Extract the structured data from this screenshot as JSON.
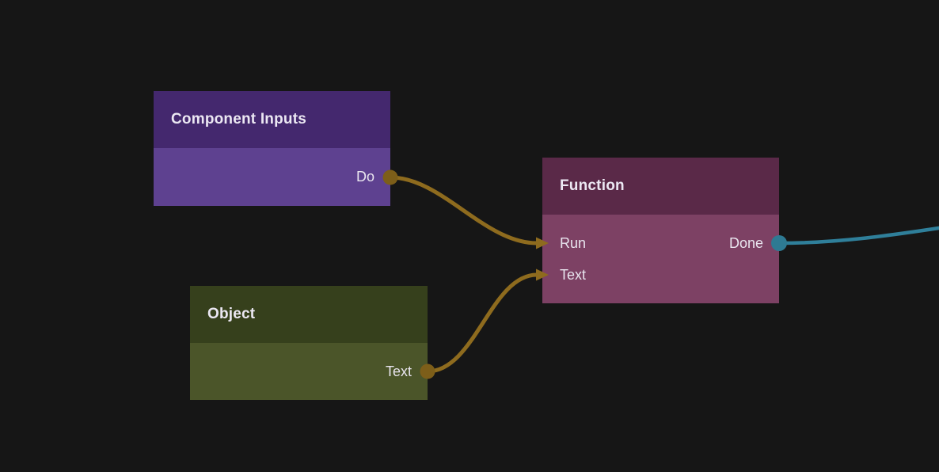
{
  "canvas": {
    "background": "#161616",
    "type": "node-graph-editor"
  },
  "nodes": [
    {
      "title": "Component Inputs",
      "colors": {
        "header": "#44286e",
        "body": "#5e4190"
      },
      "inputs": [],
      "outputs": [
        {
          "label": "Do",
          "port_color": "#7d5e19",
          "port_shape": "circle"
        }
      ]
    },
    {
      "title": "Object",
      "colors": {
        "header": "#36401c",
        "body": "#4b5529"
      },
      "inputs": [],
      "outputs": [
        {
          "label": "Text",
          "port_color": "#7d5e19",
          "port_shape": "circle"
        }
      ]
    },
    {
      "title": "Function",
      "colors": {
        "header": "#5a2948",
        "body": "#7d4164"
      },
      "inputs": [
        {
          "label": "Run"
        },
        {
          "label": "Text"
        }
      ],
      "outputs": [
        {
          "label": "Done",
          "port_color": "#2e7a93",
          "port_shape": "circle"
        }
      ]
    }
  ],
  "edges": [
    {
      "from": "Component Inputs / Do",
      "to": "Function / Run",
      "color": "#8e6b1e",
      "style": "bezier-arrow"
    },
    {
      "from": "Object / Text",
      "to": "Function / Text",
      "color": "#8e6b1e",
      "style": "bezier-arrow"
    },
    {
      "from": "Function / Done",
      "to": "offscreen-right",
      "color": "#2f7f9a",
      "style": "bezier"
    }
  ]
}
